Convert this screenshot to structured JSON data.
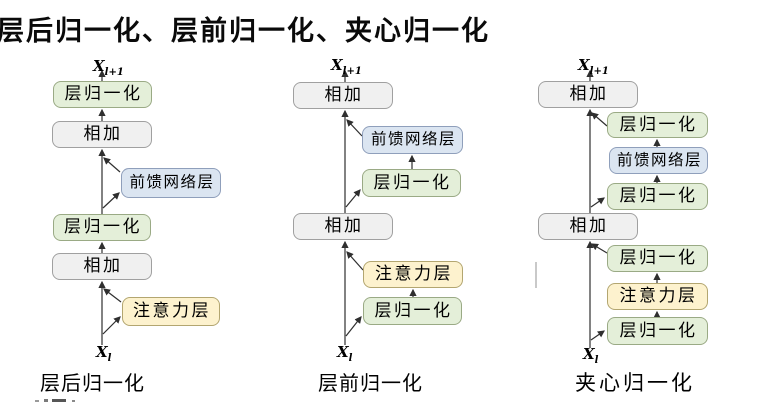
{
  "title": "层后归一化、层前归一化、夹心归一化",
  "colors": {
    "norm_fill": "#e4efd9",
    "norm_border": "#9aaa85",
    "add_fill": "#f0f0f0",
    "add_border": "#a0a0a0",
    "ffn_fill": "#dbe5f1",
    "ffn_border": "#8f9fbb",
    "attn_fill": "#fdf2ce",
    "attn_border": "#b3a670",
    "line": "#2f2f2f"
  },
  "columns": [
    {
      "caption": "层后归一化",
      "x_top": {
        "base": "X",
        "sub": "l+1"
      },
      "x_bottom": {
        "base": "X",
        "sub": "l"
      },
      "nodes": [
        {
          "label": "层归一化",
          "kind": "layer-norm"
        },
        {
          "label": "相加",
          "kind": "add"
        },
        {
          "label": "前馈网络层",
          "kind": "feed-forward"
        },
        {
          "label": "层归一化",
          "kind": "layer-norm"
        },
        {
          "label": "相加",
          "kind": "add"
        },
        {
          "label": "注意力层",
          "kind": "attention"
        }
      ]
    },
    {
      "caption": "层前归一化",
      "x_top": {
        "base": "X",
        "sub": "l+1"
      },
      "x_bottom": {
        "base": "X",
        "sub": "l"
      },
      "nodes": [
        {
          "label": "相加",
          "kind": "add"
        },
        {
          "label": "前馈网络层",
          "kind": "feed-forward"
        },
        {
          "label": "层归一化",
          "kind": "layer-norm"
        },
        {
          "label": "相加",
          "kind": "add"
        },
        {
          "label": "注意力层",
          "kind": "attention"
        },
        {
          "label": "层归一化",
          "kind": "layer-norm"
        }
      ]
    },
    {
      "caption": "夹心归一化",
      "x_top": {
        "base": "X",
        "sub": "l+1"
      },
      "x_bottom": {
        "base": "X",
        "sub": "l"
      },
      "nodes": [
        {
          "label": "相加",
          "kind": "add"
        },
        {
          "label": "层归一化",
          "kind": "layer-norm"
        },
        {
          "label": "前馈网络层",
          "kind": "feed-forward"
        },
        {
          "label": "层归一化",
          "kind": "layer-norm"
        },
        {
          "label": "相加",
          "kind": "add"
        },
        {
          "label": "层归一化",
          "kind": "layer-norm"
        },
        {
          "label": "注意力层",
          "kind": "attention"
        },
        {
          "label": "层归一化",
          "kind": "layer-norm"
        }
      ]
    }
  ]
}
